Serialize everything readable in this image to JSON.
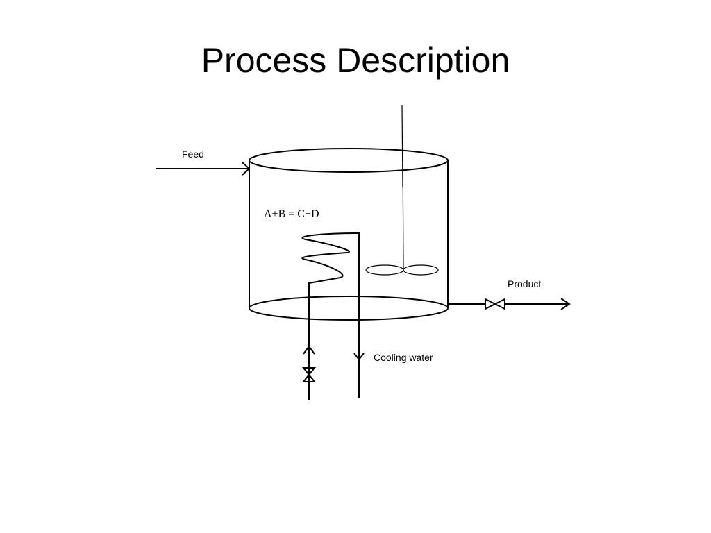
{
  "slide": {
    "title": "Process Description"
  },
  "diagram": {
    "feed_label": "Feed",
    "reaction_label": "A+B = C+D",
    "product_label": "Product",
    "cooling_water_label": "Cooling water",
    "stroke_color": "#000000"
  }
}
